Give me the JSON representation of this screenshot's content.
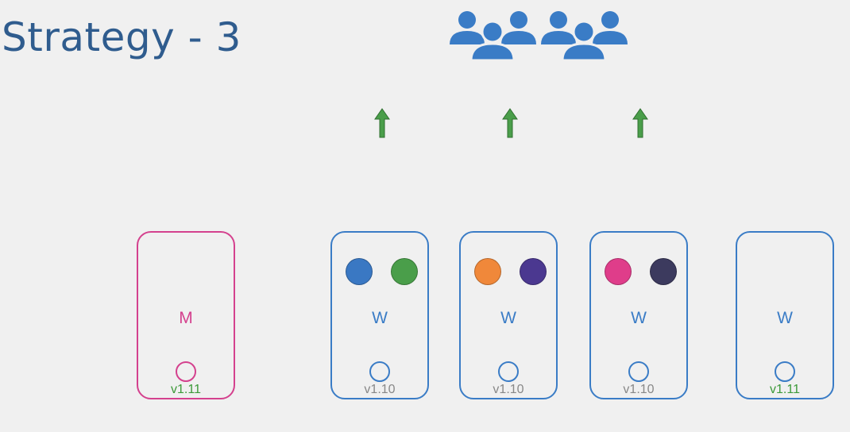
{
  "title": "Strategy - 3",
  "colors": {
    "title": "#2f5c8e",
    "worker": "#3a7cc6",
    "master": "#d4418e",
    "arrow": "#4a9e4a",
    "new_version": "#3d9a3a",
    "old_version": "#888888",
    "users": "#3a7cc6"
  },
  "icons": [
    "users-group-icon",
    "users-group-icon",
    "up-arrow-icon"
  ],
  "nodes": [
    {
      "label": "M",
      "version": "v1.11",
      "role": "master",
      "pods": []
    },
    {
      "label": "W",
      "version": "v1.10",
      "role": "worker",
      "pods": [
        "#3a78c3",
        "#4a9e4a"
      ]
    },
    {
      "label": "W",
      "version": "v1.10",
      "role": "worker",
      "pods": [
        "#f0883a",
        "#4b3890"
      ]
    },
    {
      "label": "W",
      "version": "v1.10",
      "role": "worker",
      "pods": [
        "#df3d8a",
        "#3c3a5e"
      ]
    },
    {
      "label": "W",
      "version": "v1.11",
      "role": "worker",
      "pods": []
    }
  ]
}
